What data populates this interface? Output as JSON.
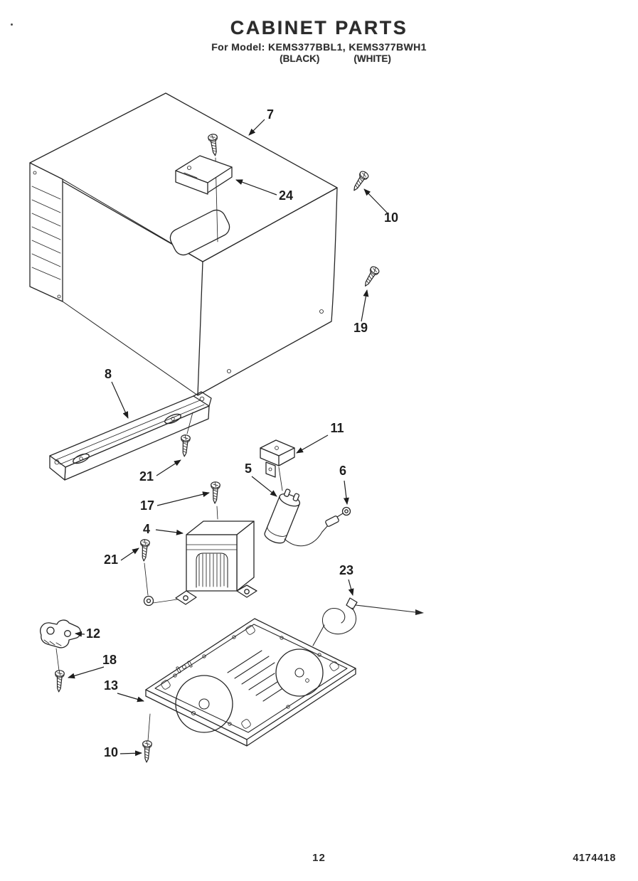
{
  "header": {
    "title": "CABINET PARTS",
    "model_line": "For Model: KEMS377BBL1, KEMS377BWH1",
    "finish_left": "(BLACK)",
    "finish_right": "(WHITE)"
  },
  "callouts": [
    "7",
    "24",
    "10",
    "19",
    "8",
    "21",
    "11",
    "5",
    "6",
    "17",
    "4",
    "21",
    "23",
    "12",
    "18",
    "13",
    "10"
  ],
  "footer": {
    "page_number": "12",
    "doc_number": "4174418"
  }
}
